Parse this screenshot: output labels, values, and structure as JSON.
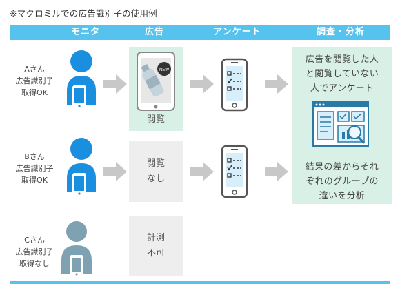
{
  "caption": "※マクロミルでの広告識別子の使用例",
  "headers": {
    "monitor": "モニタ",
    "ad": "広告",
    "survey": "アンケート",
    "analysis": "調査・分析"
  },
  "rows": [
    {
      "label_lines": [
        "Aさん",
        "広告識別子",
        "取得OK"
      ],
      "ad_text": "閲覧"
    },
    {
      "label_lines": [
        "Bさん",
        "広告識別子",
        "取得OK"
      ],
      "ad_text_lines": [
        "閲覧",
        "なし"
      ]
    },
    {
      "label_lines": [
        "Cさん",
        "広告識別子",
        "取得なし"
      ],
      "ad_text_lines": [
        "計測",
        "不可"
      ]
    }
  ],
  "ad_badge": "NEW",
  "analysis": {
    "top_lines": [
      "広告を閲覧した人",
      "と閲覧していない",
      "人でアンケート"
    ],
    "bottom_lines": [
      "結果の差からそれ",
      "ぞれのグループの",
      "違いを分析"
    ]
  },
  "colors": {
    "header": "#55c3ee",
    "person_active": "#1a8fe0",
    "person_inactive": "#7fa2b3",
    "arrow": "#c8c8c8",
    "panel_green": "#d8f0e6",
    "panel_gray": "#eeeeee"
  },
  "icons": [
    "person-icon",
    "smartphone-icon",
    "arrow-right-icon",
    "checklist-phone-icon",
    "bottle-ad-icon",
    "analysis-window-icon"
  ]
}
